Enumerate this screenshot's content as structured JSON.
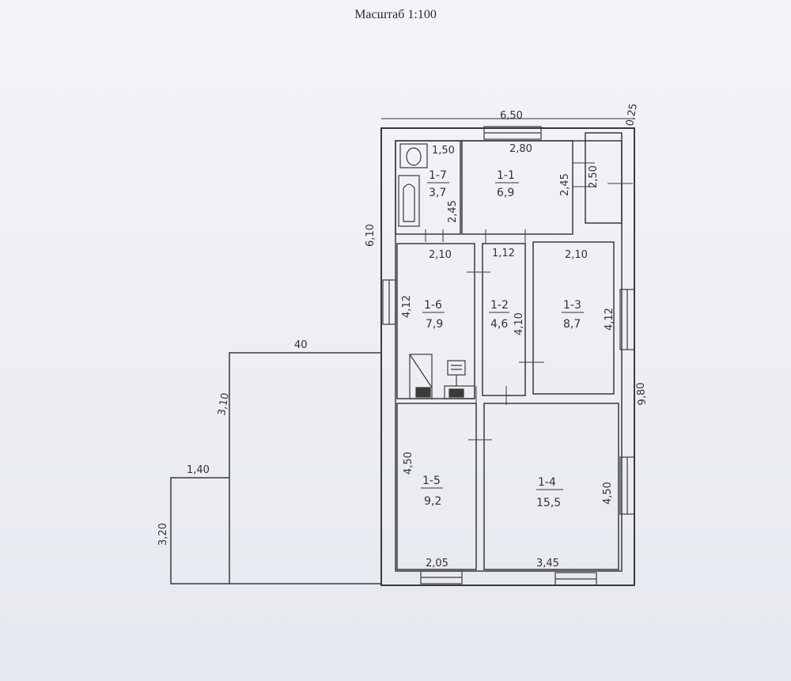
{
  "title": "Масштаб 1:100",
  "dimensions": {
    "top_width": "6,50",
    "right_small": "0,25",
    "left_height": "6,10",
    "right_height": "9,80",
    "annex_width": "40",
    "annex_height": "3,10",
    "porch_width": "1,40",
    "porch_height": "3,20"
  },
  "rooms": [
    {
      "id": "1-1",
      "area": "6,9",
      "dims": [
        "2,80",
        "2,45"
      ]
    },
    {
      "id": "1-2",
      "area": "4,6",
      "dims": [
        "1,12",
        "4,10"
      ]
    },
    {
      "id": "1-3",
      "area": "8,7",
      "dims": [
        "2,10",
        "4,12"
      ]
    },
    {
      "id": "1-4",
      "area": "15,5",
      "dims": [
        "3,45",
        "4,50"
      ]
    },
    {
      "id": "1-5",
      "area": "9,2",
      "dims": [
        "2,05",
        "4,50"
      ]
    },
    {
      "id": "1-6",
      "area": "7,9",
      "dims": [
        "2,10",
        "4,12"
      ]
    },
    {
      "id": "1-7",
      "area": "3,7",
      "dims": [
        "1,50",
        "2,45"
      ]
    }
  ],
  "terrace_dim": "2,50",
  "colors": {
    "ink": "#333333",
    "paper": "#eef0f5"
  }
}
